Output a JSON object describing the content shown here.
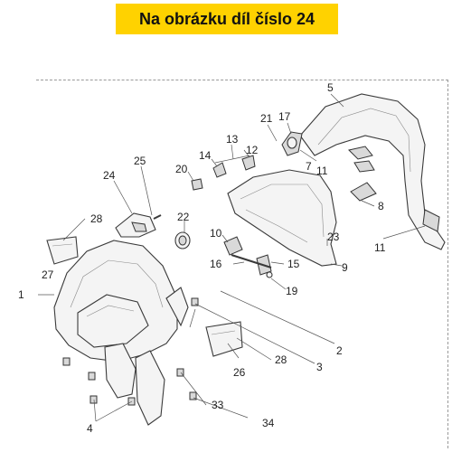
{
  "header": {
    "banner_text": "Na obrázku díl číslo 24"
  },
  "colors": {
    "banner_bg": "#ffd200",
    "text": "#111111",
    "line": "#3a3a3a"
  },
  "callouts": {
    "c1": "1",
    "c2": "2",
    "c3": "3",
    "c4": "4",
    "c5": "5",
    "c7": "7",
    "c8": "8",
    "c9": "9",
    "c10": "10",
    "c11a": "11",
    "c11b": "11",
    "c12": "12",
    "c13": "13",
    "c14": "14",
    "c15": "15",
    "c16": "16",
    "c17": "17",
    "c19": "19",
    "c20": "20",
    "c21": "21",
    "c22": "22",
    "c23": "23",
    "c24": "24",
    "c25": "25",
    "c26": "26",
    "c27": "27",
    "c28a": "28",
    "c28b": "28",
    "c33": "33",
    "c34": "34"
  }
}
